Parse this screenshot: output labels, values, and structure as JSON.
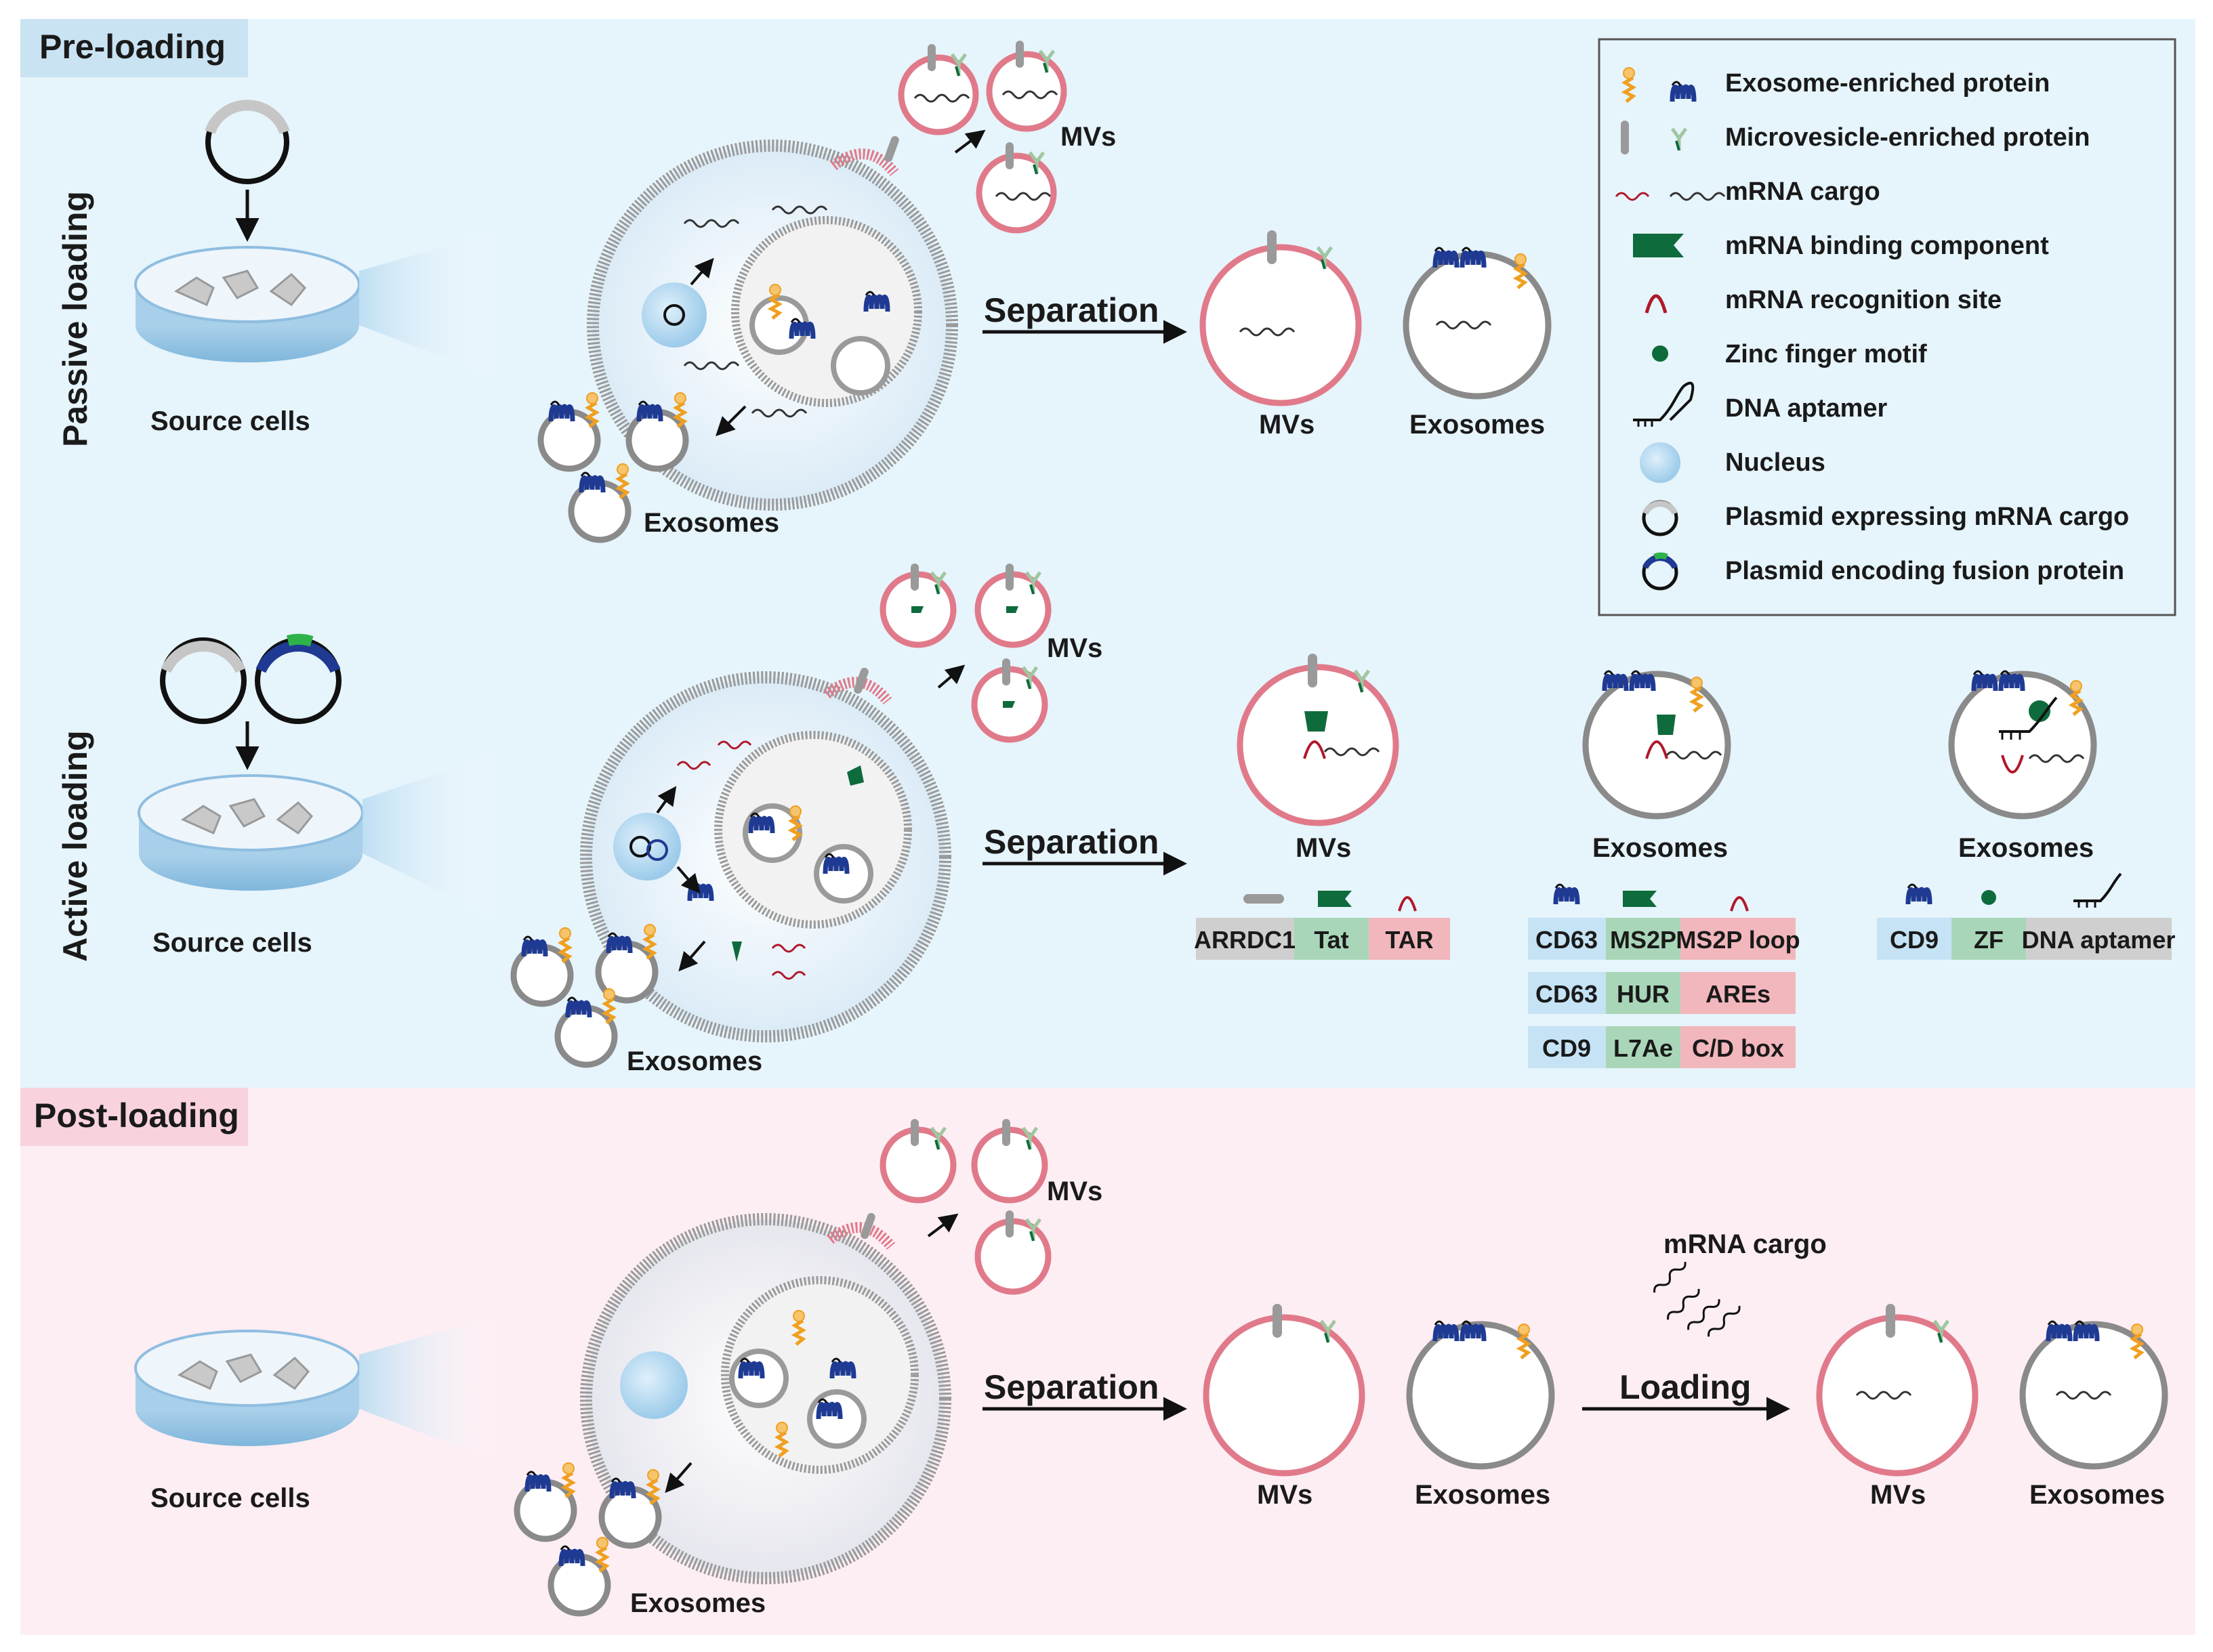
{
  "sections": {
    "pre_loading": "Pre-loading",
    "post_loading": "Post-loading"
  },
  "rows": {
    "passive": "Passive loading",
    "active": "Active loading"
  },
  "labels": {
    "source_cells": "Source cells",
    "separation": "Separation",
    "mvs": "MVs",
    "exosomes": "Exosomes",
    "mrna_cargo": "mRNA cargo",
    "loading": "Loading"
  },
  "legend": [
    {
      "icon": "exosome-protein-icon",
      "text": "Exosome-enriched protein"
    },
    {
      "icon": "microvesicle-protein-icon",
      "text": "Microvesicle-enriched protein"
    },
    {
      "icon": "mrna-cargo-icon",
      "text": "mRNA cargo"
    },
    {
      "icon": "binding-component-icon",
      "text": "mRNA binding component"
    },
    {
      "icon": "recognition-site-icon",
      "text": "mRNA recognition site"
    },
    {
      "icon": "zinc-finger-icon",
      "text": "Zinc finger motif"
    },
    {
      "icon": "dna-aptamer-icon",
      "text": "DNA aptamer"
    },
    {
      "icon": "nucleus-icon",
      "text": "Nucleus"
    },
    {
      "icon": "plasmid-cargo-icon",
      "text": "Plasmid expressing mRNA cargo"
    },
    {
      "icon": "plasmid-fusion-icon",
      "text": "Plasmid encoding fusion protein"
    }
  ],
  "tables": {
    "mvs": [
      [
        "ARRDC1",
        "Tat",
        "TAR"
      ]
    ],
    "exosomes_1": [
      [
        "CD63",
        "MS2P",
        "MS2P loop"
      ],
      [
        "CD63",
        "HUR",
        "AREs"
      ],
      [
        "CD9",
        "L7Ae",
        "C/D box"
      ]
    ],
    "exosomes_2": [
      [
        "CD9",
        "ZF",
        "DNA aptamer"
      ]
    ]
  },
  "colors": {
    "pre_bg": "#e6f4fb",
    "post_bg": "#fdeef3",
    "mv_membrane": "#e07a8a",
    "exo_membrane": "#8a8a8a",
    "exosome_protein": "#1f3a93",
    "binding_green": "#0e6b3c",
    "recognition_red": "#b0182a",
    "tag_orange": "#f0a020",
    "col_blue": "#c5e3f5",
    "col_green": "#a9d6b8",
    "col_pink": "#f2b7bd",
    "col_gray": "#cfcfcf"
  }
}
